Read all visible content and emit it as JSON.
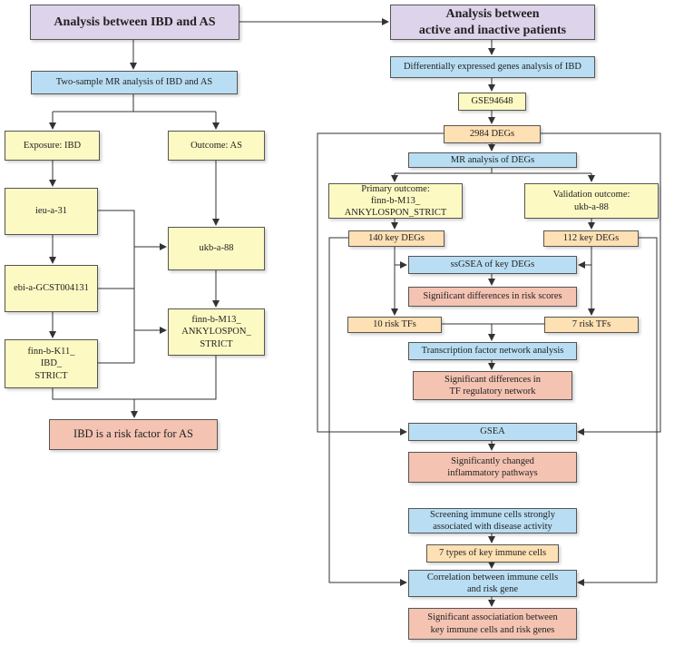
{
  "left": {
    "title": "Analysis between IBD and AS",
    "mr": "Two-sample MR analysis of IBD and AS",
    "exposure": "Exposure: IBD",
    "outcome": "Outcome: AS",
    "ieu": "ieu-a-31",
    "ebi": "ebi-a-GCST004131",
    "finn_ibd": "finn-b-K11_\nIBD_\nSTRICT",
    "ukb": "ukb-a-88",
    "finn_ank": "finn-b-M13_\nANKYLOSPON_\nSTRICT",
    "result": "IBD is a risk factor for AS"
  },
  "right": {
    "title": "Analysis between\nactive and inactive patients",
    "deg_analysis": "Differentially expressed genes analysis of IBD",
    "gse": "GSE94648",
    "degs": "2984 DEGs",
    "mr_degs": "MR analysis of DEGs",
    "primary": "Primary outcome:\nfinn-b-M13_\nANKYLOSPON_STRICT",
    "validation": "Validation outcome:\nukb-a-88",
    "key140": "140 key DEGs",
    "key112": "112 key DEGs",
    "ssgsea": "ssGSEA of key DEGs",
    "sig_risk": "Significant differences in risk scores",
    "tf10": "10 risk TFs",
    "tf7": "7 risk TFs",
    "tf_network": "Transcription factor network analysis",
    "sig_tf": "Significant differences in\nTF regulatory network",
    "gsea": "GSEA",
    "inflam": "Significantly changed\ninflammatory pathways",
    "screen": "Screening immune cells strongly\nassociated with disease activity",
    "seven_cells": "7 types of key immune cells",
    "correlation": "Correlation between immune cells\nand risk gene",
    "sig_assoc": "Significant associatiation between\nkey immune cells and risk genes"
  }
}
